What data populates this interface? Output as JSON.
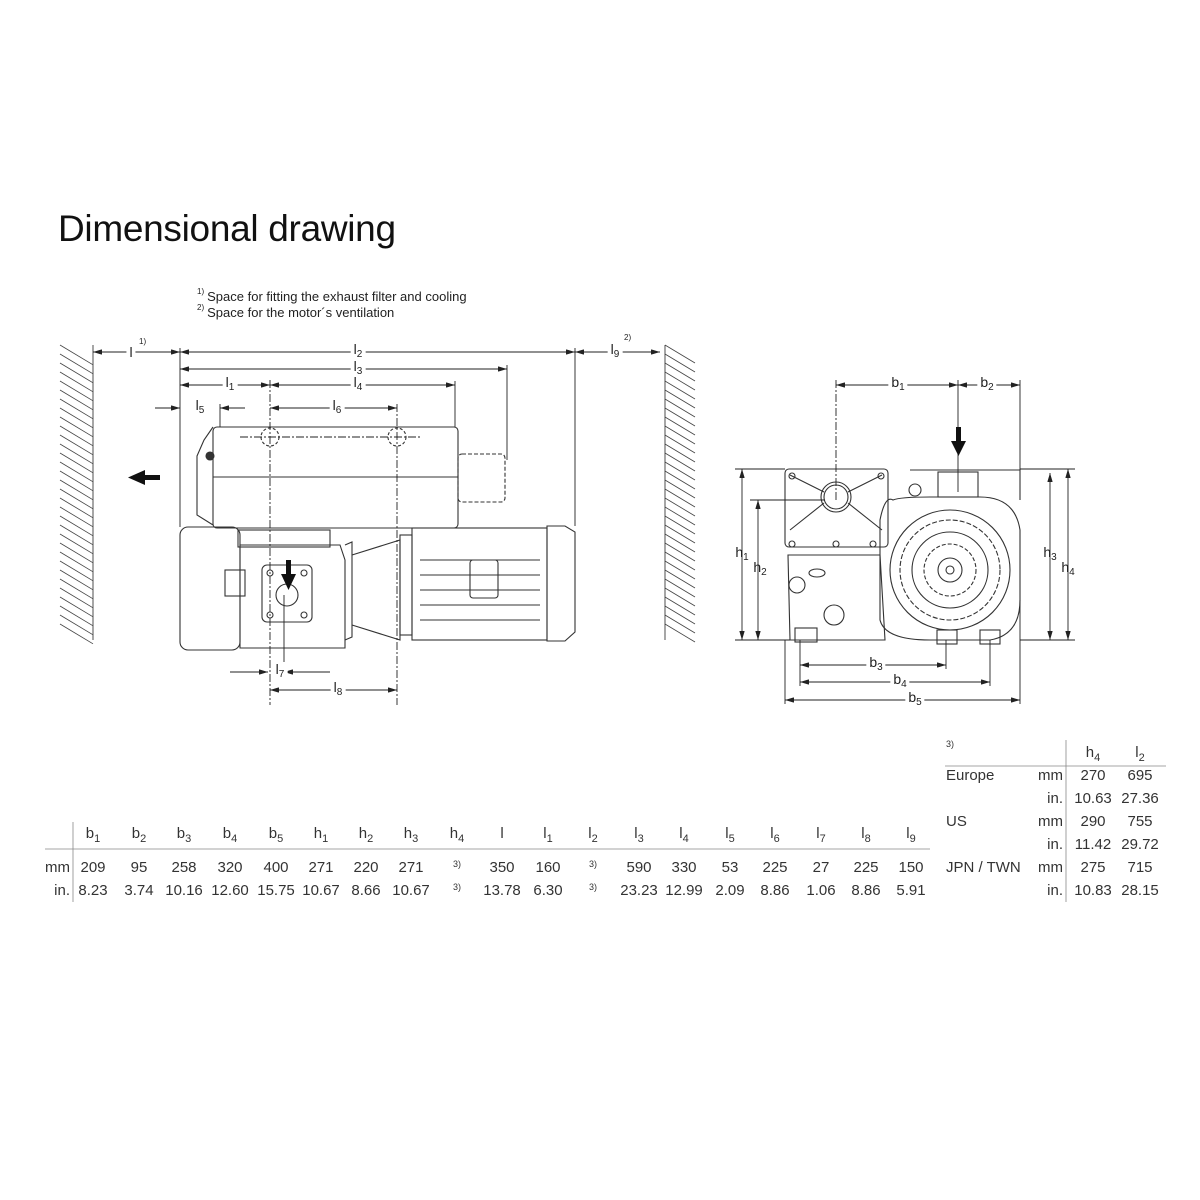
{
  "title": "Dimensional drawing",
  "notes": [
    {
      "mark": "1)",
      "text": "Space for fitting the exhaust filter and cooling"
    },
    {
      "mark": "2)",
      "text": "Space for the motor´s ventilation"
    }
  ],
  "side_view": {
    "labels": [
      {
        "sym": "l",
        "sub": ""
      },
      {
        "sym": "l",
        "sub": "2"
      },
      {
        "sym": "l",
        "sub": "9"
      },
      {
        "sym": "l",
        "sub": "3"
      },
      {
        "sym": "l",
        "sub": "1"
      },
      {
        "sym": "l",
        "sub": "4"
      },
      {
        "sym": "l",
        "sub": "5"
      },
      {
        "sym": "l",
        "sub": "6"
      },
      {
        "sym": "l",
        "sub": "7"
      },
      {
        "sym": "l",
        "sub": "8"
      }
    ],
    "footnote_l": "1)",
    "footnote_l9": "2)"
  },
  "front_view": {
    "labels": [
      {
        "sym": "b",
        "sub": "1"
      },
      {
        "sym": "b",
        "sub": "2"
      },
      {
        "sym": "h",
        "sub": "1"
      },
      {
        "sym": "h",
        "sub": "2"
      },
      {
        "sym": "h",
        "sub": "3"
      },
      {
        "sym": "h",
        "sub": "4"
      },
      {
        "sym": "b",
        "sub": "3"
      },
      {
        "sym": "b",
        "sub": "4"
      },
      {
        "sym": "b",
        "sub": "5"
      }
    ]
  },
  "dim_table": {
    "columns": [
      {
        "sym": "b",
        "sub": "1"
      },
      {
        "sym": "b",
        "sub": "2"
      },
      {
        "sym": "b",
        "sub": "3"
      },
      {
        "sym": "b",
        "sub": "4"
      },
      {
        "sym": "b",
        "sub": "5"
      },
      {
        "sym": "h",
        "sub": "1"
      },
      {
        "sym": "h",
        "sub": "2"
      },
      {
        "sym": "h",
        "sub": "3"
      },
      {
        "sym": "h",
        "sub": "4"
      },
      {
        "sym": "l",
        "sub": ""
      },
      {
        "sym": "l",
        "sub": "1"
      },
      {
        "sym": "l",
        "sub": "2"
      },
      {
        "sym": "l",
        "sub": "3"
      },
      {
        "sym": "l",
        "sub": "4"
      },
      {
        "sym": "l",
        "sub": "5"
      },
      {
        "sym": "l",
        "sub": "6"
      },
      {
        "sym": "l",
        "sub": "7"
      },
      {
        "sym": "l",
        "sub": "8"
      },
      {
        "sym": "l",
        "sub": "9"
      }
    ],
    "rows": [
      {
        "unit": "mm",
        "values": [
          "209",
          "95",
          "258",
          "320",
          "400",
          "271",
          "220",
          "271",
          "3)",
          "350",
          "160",
          "3)",
          "590",
          "330",
          "53",
          "225",
          "27",
          "225",
          "150"
        ]
      },
      {
        "unit": "in.",
        "values": [
          "8.23",
          "3.74",
          "10.16",
          "12.60",
          "15.75",
          "10.67",
          "8.66",
          "10.67",
          "3)",
          "13.78",
          "6.30",
          "3)",
          "23.23",
          "12.99",
          "2.09",
          "8.86",
          "1.06",
          "8.86",
          "5.91"
        ]
      }
    ]
  },
  "region_table": {
    "footnote": "3)",
    "columns": [
      {
        "sym": "h",
        "sub": "4"
      },
      {
        "sym": "l",
        "sub": "2"
      }
    ],
    "rows": [
      {
        "region": "Europe",
        "unit": "mm",
        "values": [
          "270",
          "695"
        ]
      },
      {
        "region": "",
        "unit": "in.",
        "values": [
          "10.63",
          "27.36"
        ]
      },
      {
        "region": "US",
        "unit": "mm",
        "values": [
          "290",
          "755"
        ]
      },
      {
        "region": "",
        "unit": "in.",
        "values": [
          "11.42",
          "29.72"
        ]
      },
      {
        "region": "JPN / TWN",
        "unit": "mm",
        "values": [
          "275",
          "715"
        ]
      },
      {
        "region": "",
        "unit": "in.",
        "values": [
          "10.83",
          "28.15"
        ]
      }
    ]
  }
}
